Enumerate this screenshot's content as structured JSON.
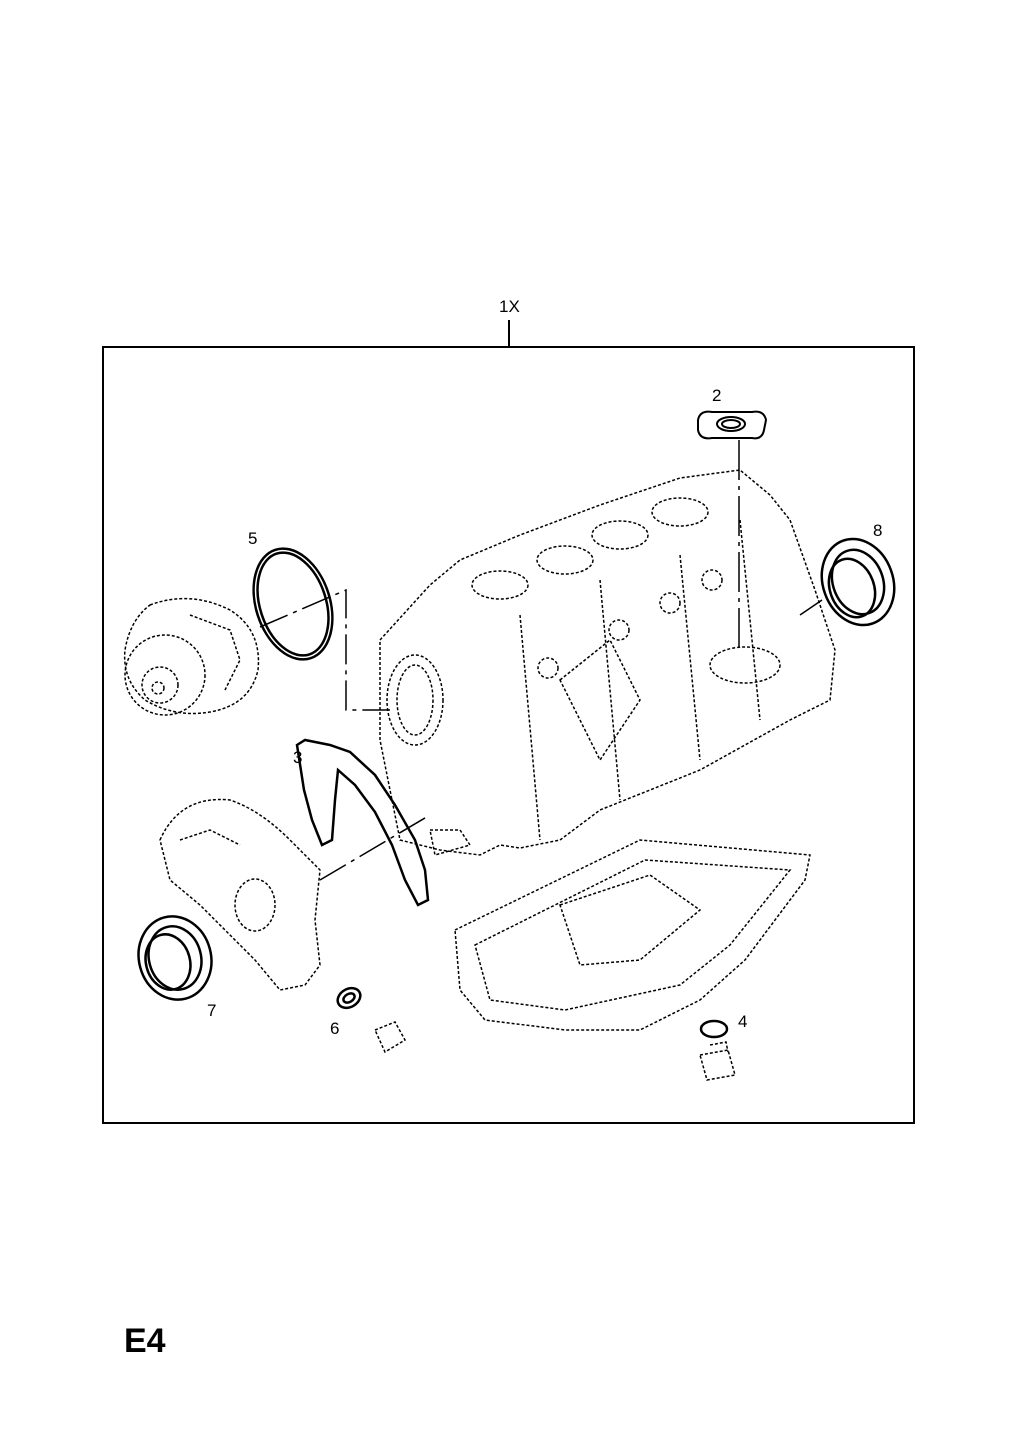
{
  "diagram": {
    "kit_label": "1X",
    "callouts": [
      {
        "id": "2",
        "part": "gasket-flange"
      },
      {
        "id": "3",
        "part": "rear-seal-carrier-gasket"
      },
      {
        "id": "4",
        "part": "drain-plug-seal-ring"
      },
      {
        "id": "5",
        "part": "water-pump-o-ring"
      },
      {
        "id": "6",
        "part": "oil-seal-small"
      },
      {
        "id": "7",
        "part": "crankshaft-front-oil-seal"
      },
      {
        "id": "8",
        "part": "crankshaft-rear-oil-seal"
      }
    ]
  },
  "page_code": "E4",
  "colors": {
    "line": "#000000",
    "background": "#ffffff"
  }
}
